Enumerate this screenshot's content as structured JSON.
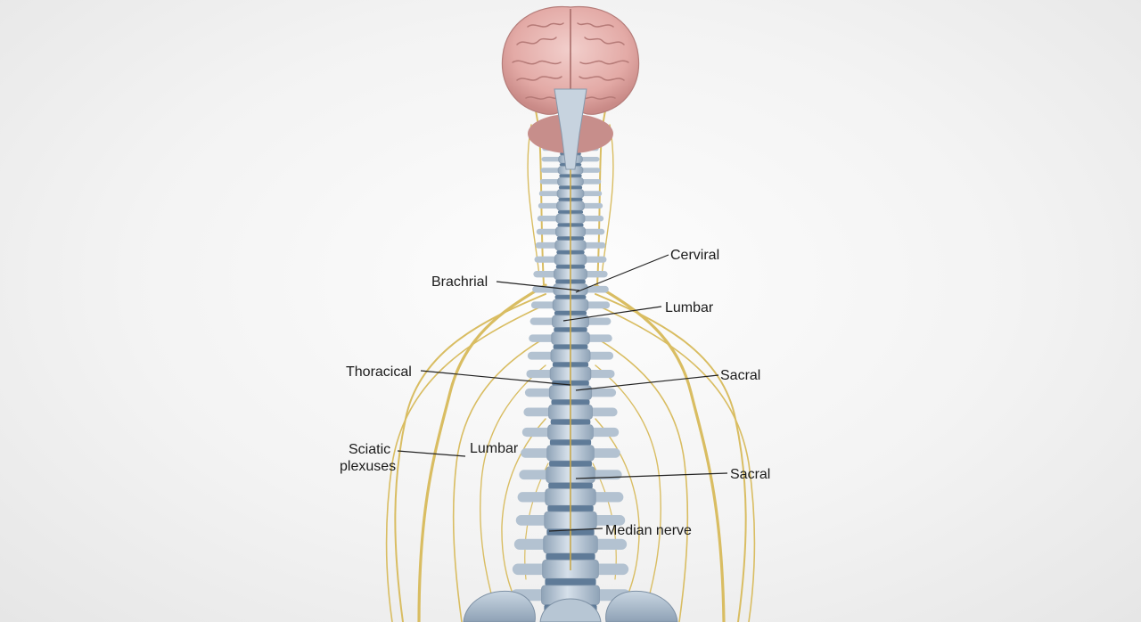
{
  "labels": {
    "cervical": "Cerviral",
    "brachial": "Brachrial",
    "lumbar_upper": "Lumbar",
    "thoracic": "Thoracical",
    "sacral_upper": "Sacral",
    "sciatic_line1": "Sciatic",
    "sciatic_line2": "plexuses",
    "lumbar_lower": "Lumbar",
    "sacral_lower": "Sacral",
    "median_nerve": "Median nerve"
  },
  "colors": {
    "background": "#f3f3f3",
    "brain": "#e7b4b0",
    "brain_fold": "#b97a78",
    "vertebra": "#b9c8d6",
    "disc": "#5f7b98",
    "nerve": "#d9bd62",
    "leader_line": "#222222"
  }
}
